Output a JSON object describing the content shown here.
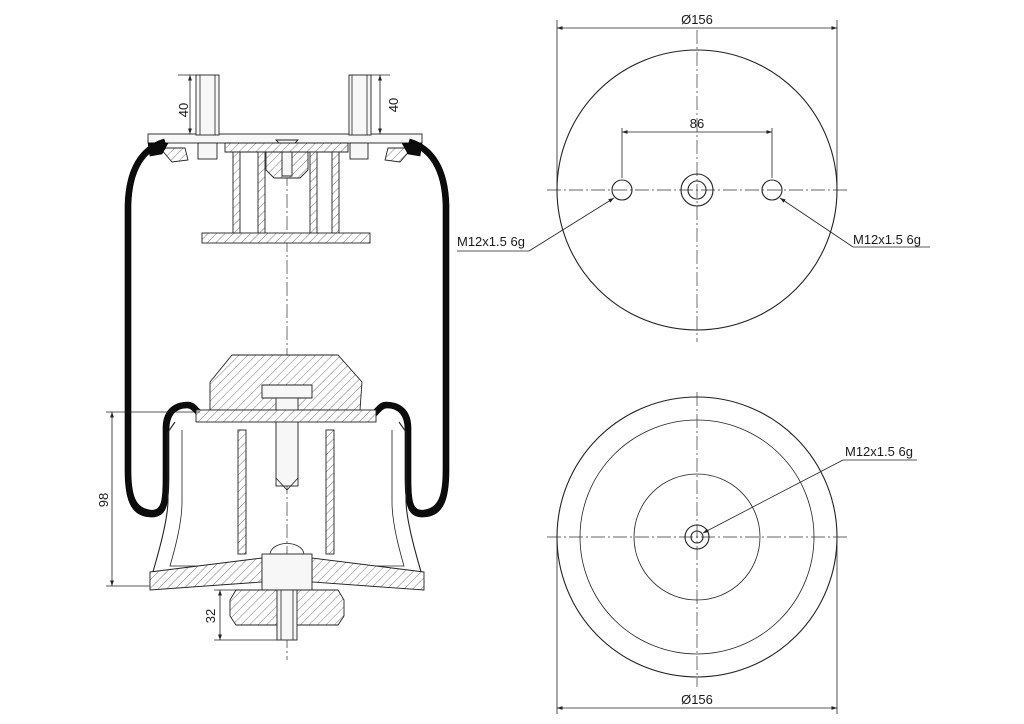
{
  "side_view": {
    "dim_stud_left": "40",
    "dim_stud_right": "40",
    "dim_height_lower": "98",
    "dim_bottom_stud": "32"
  },
  "top_view": {
    "dim_diameter": "Ø156",
    "dim_spacing": "86",
    "label_left_thread": "M12x1.5 6g",
    "label_right_thread": "M12x1.5 6g"
  },
  "bottom_view": {
    "dim_diameter": "Ø156",
    "label_thread": "M12x1.5 6g"
  }
}
